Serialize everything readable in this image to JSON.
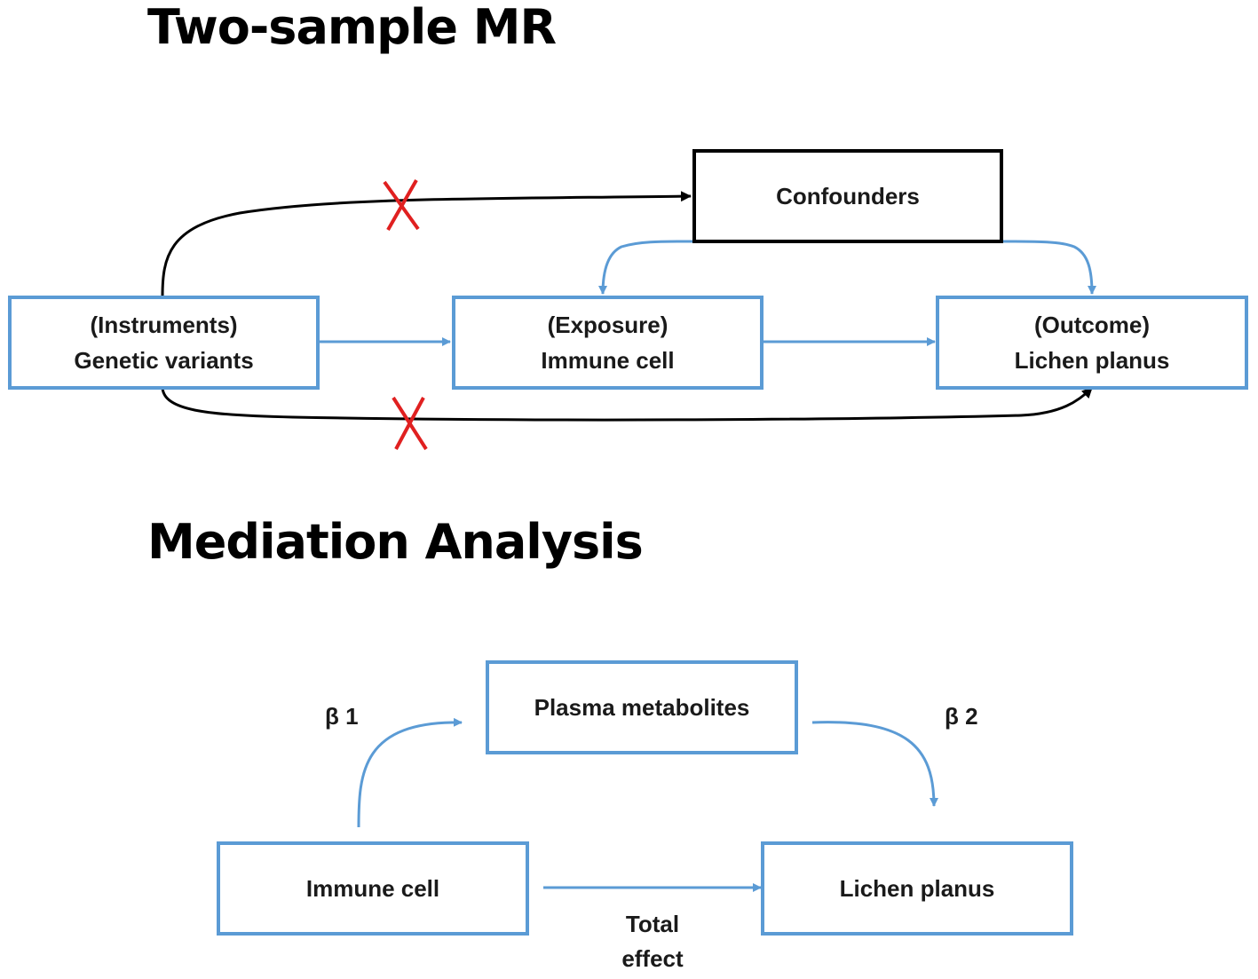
{
  "two_sample_mr": {
    "title": "Two-sample MR",
    "confounders": "Confounders",
    "instruments": {
      "line1": "(Instruments)",
      "line2": "Genetic variants"
    },
    "exposure": {
      "line1": "(Exposure)",
      "line2": "Immune cell"
    },
    "outcome": {
      "line1": "(Outcome)",
      "line2": "Lichen planus"
    }
  },
  "mediation": {
    "title": "Mediation Analysis",
    "mediator": "Plasma metabolites",
    "exposure": "Immune cell",
    "outcome": "Lichen planus",
    "beta1": "β 1",
    "beta2": "β 2",
    "total_effect": {
      "line1": "Total",
      "line2": "effect"
    }
  },
  "colors": {
    "blue": "#5b9bd5",
    "black": "#000000",
    "cross": "#e02020"
  }
}
